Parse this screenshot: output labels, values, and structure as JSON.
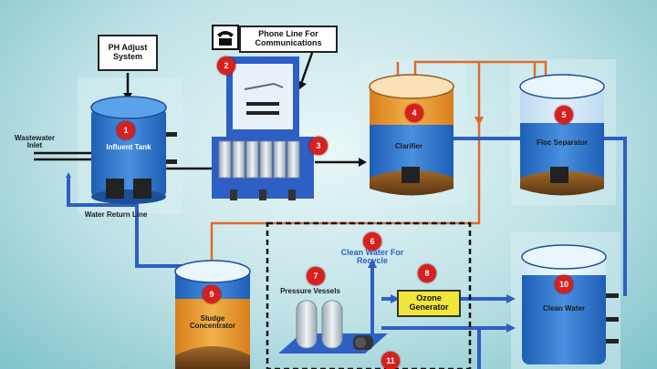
{
  "labels": {
    "ph_adjust": "PH Adjust System",
    "phone_line": "Phone Line For Communications",
    "wastewater_inlet": "Wastewater Inlet",
    "influent_tank": "Influent Tank",
    "water_return_line": "Water Return Line",
    "clarifier": "Clarifier",
    "floc_separator": "Floc Separator",
    "clean_water_recycle": "Clean Water For Recycle",
    "pressure_vessels": "Pressure Vessels",
    "ozone_generator": "Ozone Generator",
    "sludge_concentrator": "Sludge Concentrator",
    "clean_water": "Clean Water"
  },
  "badges": [
    "1",
    "2",
    "3",
    "4",
    "5",
    "6",
    "7",
    "8",
    "9",
    "10",
    "11"
  ],
  "colors": {
    "water_blue": "#2f73c9",
    "pipe_blue": "#2d5fc4",
    "pipe_orange": "#e06a2c",
    "sludge_brown": "#8a5a22",
    "sludge_orange": "#e5962f",
    "badge_red": "#d8201f",
    "ozone_yellow": "#f1e63a"
  }
}
